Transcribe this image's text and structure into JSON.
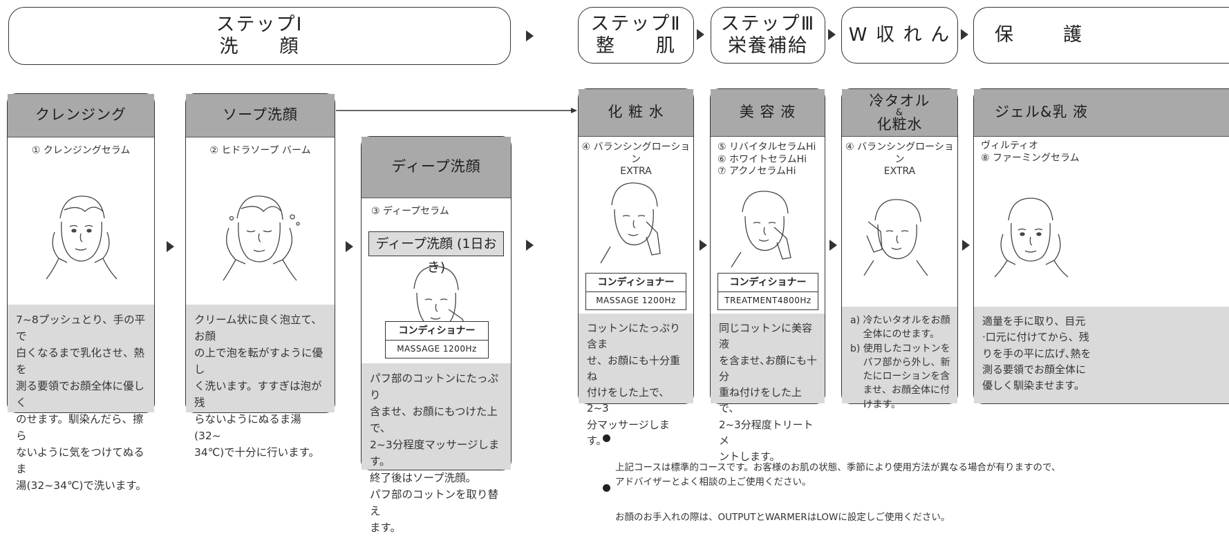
{
  "headers": {
    "step1": {
      "line1": "ステップⅠ",
      "line2": "洗　　顔"
    },
    "step2": {
      "line1": "ステップⅡ",
      "line2": "整　　肌"
    },
    "step3": {
      "line1": "ステップⅢ",
      "line2": "栄養補給"
    },
    "w": {
      "line1": "W 収 れ ん"
    },
    "protect": {
      "line1": "保　　護"
    }
  },
  "cards": {
    "cleansing": {
      "title": "クレンジング",
      "product": "① クレンジングセラム",
      "desc": "7~8プッシュとり、手の平で\n白くなるまで乳化させ、熱を\n測る要領でお顔全体に優しく\nのせます。馴染んだら、擦ら\nないように気をつけてぬるま\n湯(32~34℃)で洗います。"
    },
    "soap": {
      "title": "ソープ洗顔",
      "product": "② ヒドラソープ バーム",
      "desc": "クリーム状に良く泡立て、お顔\nの上で泡を転がすように優し\nく洗います。すすぎは泡が残\nらないようにぬるま湯(32~\n34℃)で十分に行います。"
    },
    "deep": {
      "title": "ディープ洗顔",
      "product": "③ ディープセラム",
      "tag": "ディープ洗顔 (1日おき)",
      "cond_title": "コンディショナー",
      "cond_mode": "MASSAGE 1200Hz",
      "desc": "パフ部のコットンにたっぷり\n含ませ、お顔にもつけた上で、\n2~3分程度マッサージします。\n終了後はソープ洗顔。\nパフ部のコットンを取り替え\nます。"
    },
    "lotion": {
      "title": "化 粧 水",
      "product": "④ バランシングローション\nEXTRA",
      "cond_title": "コンディショナー",
      "cond_mode": "MASSAGE 1200Hz",
      "desc": "コットンにたっぷり含ま\nせ、お顔にも十分重ね\n付けをした上で、2~3\n分マッサージします。"
    },
    "serum": {
      "title": "美 容 液",
      "product": "⑤ リバイタルセラムHi\n⑥ ホワイトセラムHi\n⑦ アクノセラムHi",
      "cond_title": "コンディショナー",
      "cond_mode": "TREATMENT4800Hz",
      "desc": "同じコットンに美容液\nを含ませ､お顔にも十分\n重ね付けをした上で、\n2~3分程度トリートメ\nントします。"
    },
    "towel": {
      "title1": "冷タオル",
      "title2": "&",
      "title3": "化粧水",
      "product": "④ バランシングローション\nEXTRA",
      "desc": "a) 冷たいタオルをお顔\n　 全体にのせます。\nb) 使用したコットンを\n　 パフ部から外し、新\n　 たにローションを含\n　 ませ、お顔全体に付\n　 けます。"
    },
    "gel": {
      "title": "ジェル&乳 液",
      "product": "ヴィルティオ\n⑧ ファーミングセラム",
      "desc": "適量を手に取り、目元\n·口元に付けてから、残\nりを手の平に広げ､熱を\n測る要領でお顔全体に\n優しく馴染ませます。"
    }
  },
  "notes": [
    "上記コースは標準的コースです。お客様のお肌の状態、季節により使用方法が異なる場合が有りますので、\nアドバイザーとよく相談の上ご使用ください。",
    "お顔のお手入れの際は、OUTPUTとWARMERはLOWに設定しご使用ください。"
  ]
}
